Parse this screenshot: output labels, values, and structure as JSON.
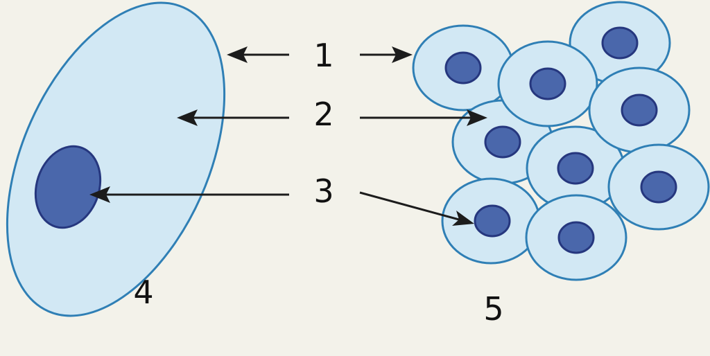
{
  "labels": {
    "membrane": "1",
    "cytoplasm": "2",
    "nucleus": "3",
    "single_cell": "4",
    "cell_cluster": "5"
  },
  "colors": {
    "background": "#f3f2ea",
    "cell_fill": "#d2e8f4",
    "cell_outline": "#2f7fb5",
    "nucleus_fill": "#4a67ab",
    "nucleus_outline": "#26377e",
    "arrow": "#1c1c1c"
  }
}
